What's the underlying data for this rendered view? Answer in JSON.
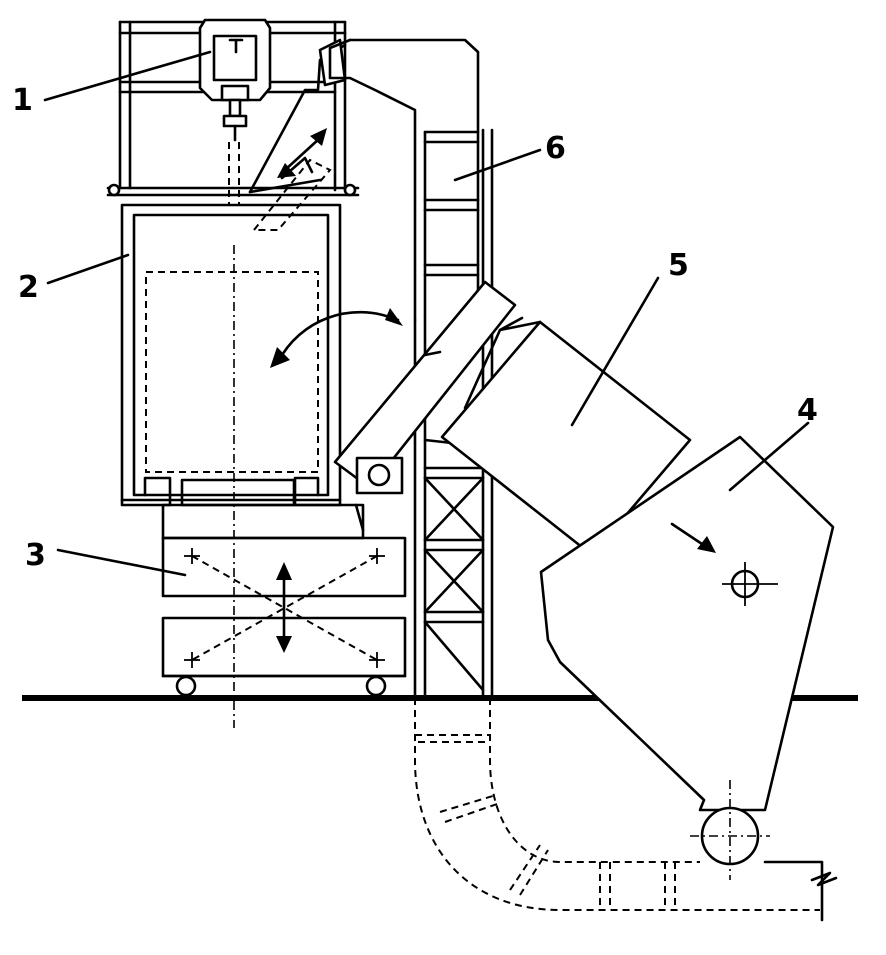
{
  "callouts": [
    "1",
    "2",
    "3",
    "4",
    "5",
    "6"
  ]
}
